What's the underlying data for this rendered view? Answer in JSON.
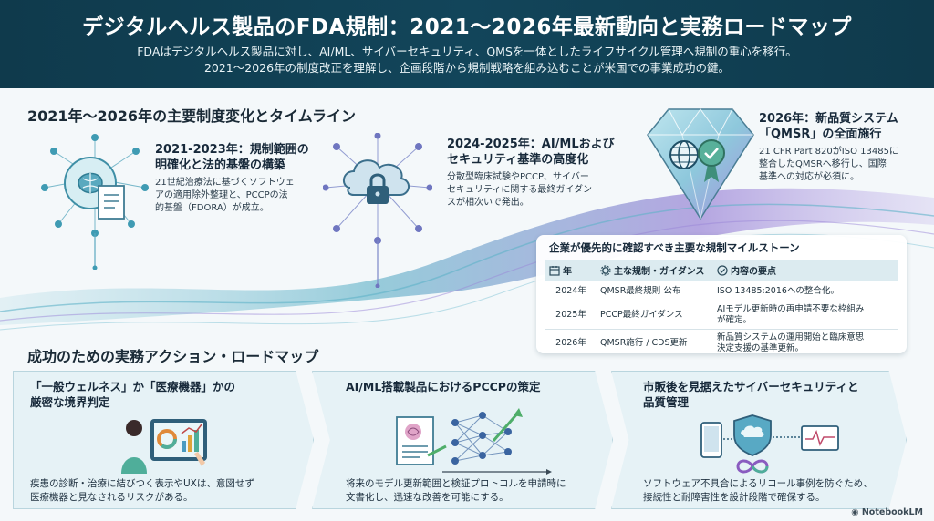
{
  "header": {
    "title": "デジタルヘルス製品のFDA規制：2021〜2026年最新動向と実務ロードマップ",
    "subtitle_line1": "FDAはデジタルヘルス製品に対し、AI/ML、サイバーセキュリティ、QMSを一体としたライフサイクル管理へ規制の重心を移行。",
    "subtitle_line2": "2021〜2026年の制度改正を理解し、企画段階から規制戦略を組み込むことが米国での事業成功の鍵。"
  },
  "timeline": {
    "section_title": "2021年〜2026年の主要制度変化とタイムライン",
    "items": [
      {
        "title_line1": "2021-2023年：規制範囲の",
        "title_line2": "明確化と法的基盤の構築",
        "desc_line1": "21世紀治療法に基づくソフトウェ",
        "desc_line2": "アの適用除外整理と、PCCPの法",
        "desc_line3": "的基盤（FDORA）が成立。"
      },
      {
        "title_line1": "2024-2025年：AI/MLおよび",
        "title_line2": "セキュリティ基準の高度化",
        "desc_line1": "分散型臨床試験やPCCP、サイバー",
        "desc_line2": "セキュリティに関する最終ガイダン",
        "desc_line3": "スが相次いで発出。"
      },
      {
        "title_line1": "2026年：新品質システム",
        "title_line2": "「QMSR」の全面施行",
        "desc_line1": "21 CFR Part 820がISO 13485に",
        "desc_line2": "整合したQMSRへ移行し、国際",
        "desc_line3": "基準への対応が必須に。"
      }
    ]
  },
  "milestones": {
    "title": "企業が優先的に確認すべき主要な規制マイルストーン",
    "headers": [
      "年",
      "主な規制・ガイダンス",
      "内容の要点"
    ],
    "rows": [
      {
        "year": "2024年",
        "reg": "QMSR最終規則 公布",
        "point1": "ISO 13485:2016への整合化。",
        "point2": ""
      },
      {
        "year": "2025年",
        "reg": "PCCP最終ガイダンス",
        "point1": "AIモデル更新時の再申請不要な枠組み",
        "point2": "が確定。"
      },
      {
        "year": "2026年",
        "reg": "QMSR施行 / CDS更新",
        "point1": "新品質システムの運用開始と臨床意思",
        "point2": "決定支援の基準更新。"
      }
    ]
  },
  "actions": {
    "section_title": "成功のための実務アクション・ロードマップ",
    "cards": [
      {
        "title_line1": "「一般ウェルネス」か「医療機器」かの",
        "title_line2": "厳密な境界判定",
        "desc_line1": "疾患の診断・治療に結びつく表示やUXは、意図せず",
        "desc_line2": "医療機器と見なされるリスクがある。"
      },
      {
        "title_line1": "AI/ML搭載製品におけるPCCPの策定",
        "title_line2": "",
        "desc_line1": "将来のモデル更新範囲と検証プロトコルを申請時に",
        "desc_line2": "文書化し、迅速な改善を可能にする。"
      },
      {
        "title_line1": "市販後を見据えたサイバーセキュリティと",
        "title_line2": "品質管理",
        "desc_line1": "ソフトウェア不具合によるリコール事例を防ぐため、",
        "desc_line2": "接続性と耐障害性を設計段階で確保する。"
      }
    ]
  },
  "footer": {
    "brand": "NotebookLM"
  },
  "colors": {
    "header_bg": "#0f3a4c",
    "accent_teal": "#2a8fa6",
    "accent_purple": "#7a5cc0",
    "card_bg": "#e6f2f6"
  }
}
